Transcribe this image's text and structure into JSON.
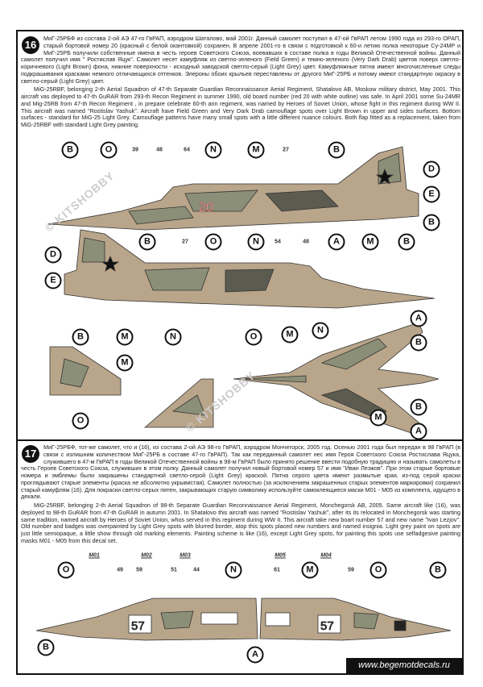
{
  "section16": {
    "number": "16",
    "text_ru": "МиГ-25РБФ из состава 2-ой АЭ 47-го ГвРАП, аэродром Шаталово, май 2001г. Данный самолет поступил в 47-ой ГвРАП летом 1990 года из 293-го ОРАП, старый бортовой номер 20 (красный с белой окантовкой) сохранен. В апреле 2001-го в связи с подготовкой к 60-и летию полка некоторые Су-24МР и МиГ-25РБ получили собственные имена в честь героев Советского Союза, воевавших в составе полка в годы Великой Отечественной войны. Данный самолет получил имя \" Ростислав Яцук\". Самолет несет камуфляж из светло-зеленого (Field Green) и темно-зеленого (Very Dark Drab) цветов поверх светло-коричневого (Light Brown) фона, нижние поверхности - исходный заводской светло-серый (Light Grey) цвет. Камуфляжные пятна имеют многочисленные следы подкрашивания красками немного отличающихся оттенков. Элероны обоих крыльев переставлены от другого МиГ-25РБ и потому имеют стандартную окраску в светло-серый (Light Grey) цвет.",
    "text_en": "MiG-25RBF, belonging 2-th Aerial Squadron of 47-th Separate Guardian Reconnaissance Aerial Regiment, Shatalovo AB, Moskow military district, May 2001. This aircraft vas deployed to 47-th GuRAR from 293-th Recon Regiment in summer 1990, old board number (red 20 with white outline) vas safe. In April 2001 some Su-24MR and Mig-25RB from 47-th Recon Regiment , in prepare celebrate 60-th ann regiment, was named by Heroes of Soviet Union, whose fight in this regiment during WW II. This aircraft was named \"Rostislav Yashuk\". Aircraft have Field Green and Very Dark Drab camouflage spots over Light Brown in upper and sides surfaces. Bottom surfaces - standard for MiG-25 Light Grey. Camouflage patterns have many small spots with a little different nuance colours. Both flap fitted as a replacement, taken from MiG-25RBF with standard Light Grey painting.",
    "board_number": "20",
    "watermark": "© KITSHOBBY",
    "callouts": [
      "B",
      "O",
      "N",
      "M",
      "B",
      "D",
      "E",
      "B",
      "B",
      "O",
      "N",
      "A",
      "M",
      "B",
      "D",
      "E",
      "A",
      "B",
      "B",
      "M",
      "N",
      "O",
      "M",
      "N",
      "M",
      "O",
      "B",
      "M",
      "A"
    ],
    "refs": [
      "39",
      "48",
      "64",
      "27",
      "27",
      "54",
      "48"
    ]
  },
  "section17": {
    "number": "17",
    "text_ru": "МиГ-25РБФ, тот-же самолет, что и (16), из состава 2-ой АЭ 98-го ГвРАП, аэродром Мончегорск, 2005 год. Осенью 2001 года был передан в 98 ГвРАП (в связи с излишним количеством МиГ-25РБ в составе 47-го ГвРАП). Так как переданный самолет нес имя Героя Советского Союза Ростислава Яцука, служившего в 47-м ГвРАП в годы Великой Отечественной войны в 98-м ГвРАП было принято решение ввести подобную традицию и называть самолеты в честь Героев Советского Союза, служивших в этом полку. Данный самолет получил новый бортовой номер 57 и имя \"Иван Лезжов\". При этом старые бортовые номера и эмблемы были закрашены стандартной светло-серой (Light Grey) краской. Пятна серого цвета имеют размытые края, из-под серой краски проглядывают старые элементы (краска не абсолютно укрывистая). Самолет полностью (за исключением закрашенных старых элементов маркировки) сохранил старый камуфляж (16). Для покраски светло-серых пятен, закрывающих старую символику используйте самоклеящиеся маски M01 - M05 из комплекта, идущего в декали.",
    "text_en": "MiG-25RBF, belonging 2-th Aerial Squadron of 98-th Separate Guardian Reconnaissance Aerial Regiment, Monchegorsk AB, 2005. Same aircraft like (16), was deployed to 98-th GuRAR from 47-th GuRAR in autumn 2001. In Shatalovo this aircraft was named \"Rostislav Yashuk\", after its its relocated in Monchegorsk was starting same tradition, named aircraft by Heroes of Soviet Union, whos served in this regiment during WW II. This aircraft take new boart number 57 and new name \"Ivan Lezjov\". Old number and badges was overpainted by Light Grey spots with blurred border, atop this spots placed new numbers and named insignia. Light grey paint on spots are just little semiopaque, a little show through old marking elements. Painting scheme is like (16), except Light Grey spots, for painting this spots use selfadgesive painting masks M01 - M05 from this decal set.",
    "board_number": "57",
    "masks": [
      "M01",
      "M02",
      "M03",
      "M05",
      "M04"
    ],
    "callouts": [
      "O",
      "N",
      "M",
      "O",
      "B",
      "B",
      "A"
    ],
    "refs": [
      "49",
      "59",
      "51",
      "44",
      "61",
      "59"
    ]
  },
  "footer": {
    "url": "www.begemotdecals.ru"
  },
  "colors": {
    "ink": "#111111",
    "camo_brown": "#b9a58a",
    "camo_green": "#8c8f77",
    "camo_dark": "#5b5b50",
    "light_grey": "#d6d6d6"
  }
}
